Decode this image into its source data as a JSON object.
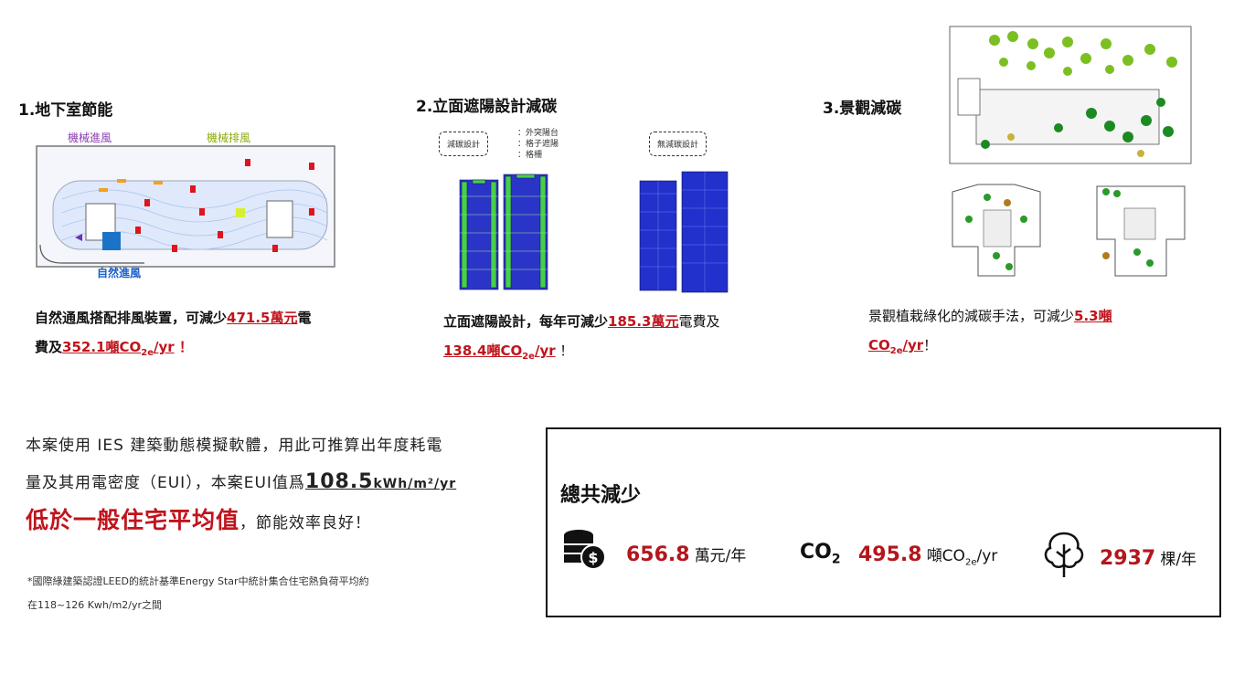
{
  "sections": [
    {
      "title": "1.地下室節能",
      "labels": {
        "intake": "機械進風",
        "exhaust": "機械排風",
        "natural": "自然進風"
      },
      "desc_a": "自然通風搭配排風裝置，可減少",
      "value_cost": "471.5萬元",
      "desc_b": "電",
      "desc_c": "費及",
      "value_co2": "352.1噸CO",
      "co2_sub": "2e",
      "co2_tail": "/yr",
      "end": " ！"
    },
    {
      "title": "2.立面遮陽設計減碳",
      "tag_reduce": "減碳設計",
      "tag_none": "無減碳設計",
      "bullets": [
        "外突陽台",
        "格子遮陽",
        "格柵"
      ],
      "desc_a": "立面遮陽設計，每年可減少",
      "value_cost": "185.3萬元",
      "desc_b": "電費及",
      "value_co2": "138.4噸CO",
      "co2_sub": "2e",
      "co2_tail": "/yr",
      "end": " ！"
    },
    {
      "title": "3.景觀減碳",
      "desc_a": "景觀植栽綠化的減碳手法，可減少",
      "value_co2": "5.3噸",
      "co2_line2": "CO",
      "co2_sub": "2e",
      "co2_tail": "/yr",
      "end": "！"
    }
  ],
  "eui": {
    "line1": "本案使用 IES 建築動態模擬軟體，用此可推算出年度耗電",
    "line2_a": "量及其用電密度（EUI），本案EUI值爲",
    "line2_value": "108.5",
    "line2_unit": "kWh/m²/yr",
    "highlight": "低於一般住宅平均值",
    "line3_tail": "，節能效率良好！",
    "footnote1": "*國際綠建築認證LEED的統計基準Energy Star中統計集合住宅熱負荷平均約",
    "footnote2": "在118~126 Kwh/m2/yr之間"
  },
  "total": {
    "title": "總共減少",
    "money_value": "656.8",
    "money_unit": "萬元/年",
    "co2_label": "CO",
    "co2_label_sub": "2",
    "co2_value": "495.8",
    "co2_unit": "噸CO",
    "co2_unit_sub": "2e",
    "co2_unit_tail": "/yr",
    "tree_value": "2937",
    "tree_unit": "棵/年"
  },
  "colors": {
    "accent_red": "#c0141c",
    "tower_green": "#3fbf3f",
    "tower_blue": "#2233cc"
  }
}
